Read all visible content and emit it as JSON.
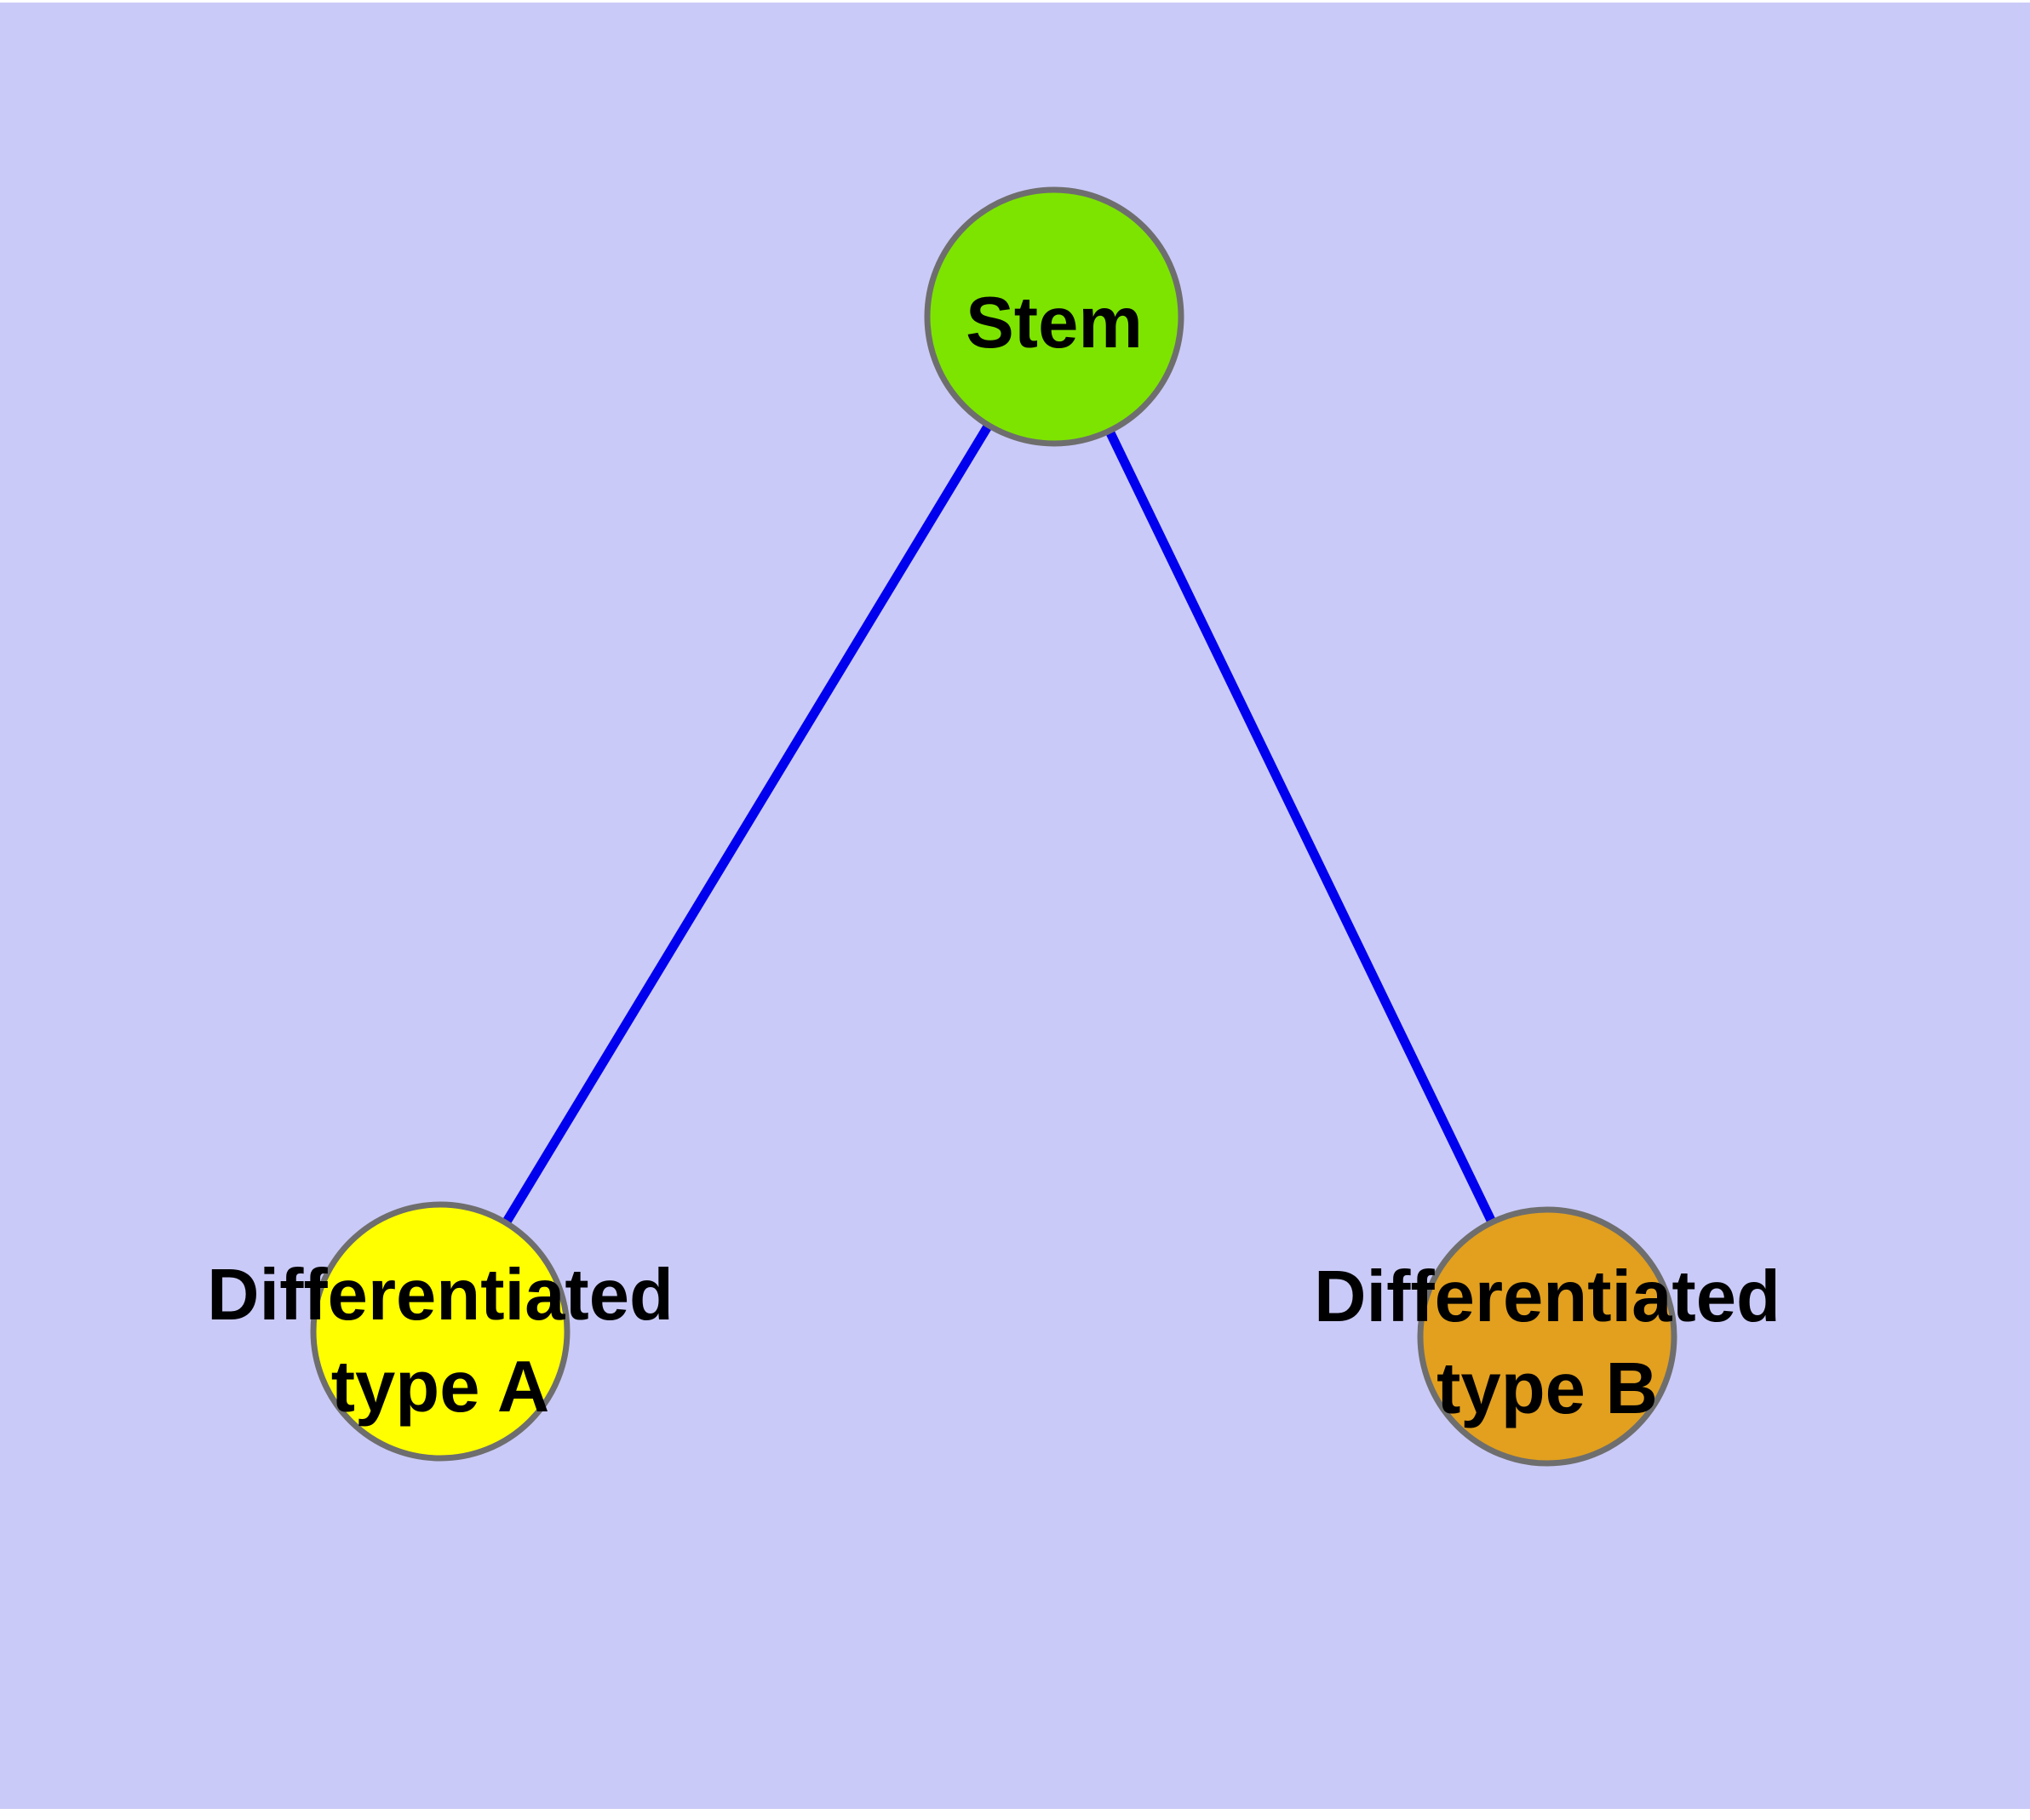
{
  "diagram": {
    "type": "node-link-graph",
    "background_color": "#cacaf8",
    "page_margin_color": "#ffffff",
    "node_stroke_color": "#6e6e6e",
    "edge_color": "#0000ee",
    "label_color": "#000000"
  },
  "nodes": {
    "stem": {
      "label": "Stem",
      "color": "#7de400"
    },
    "typeA": {
      "label": "Differentiated type A",
      "label_line1": "Differentiated",
      "label_line2": "type A",
      "color": "#ffff00"
    },
    "typeB": {
      "label": "Differentiated type B",
      "label_line1": "Differentiated",
      "label_line2": "type B",
      "color": "#e2a01e"
    }
  },
  "edges": [
    {
      "from": "Stem",
      "to": "Differentiated type A"
    },
    {
      "from": "Stem",
      "to": "Differentiated type B"
    }
  ]
}
